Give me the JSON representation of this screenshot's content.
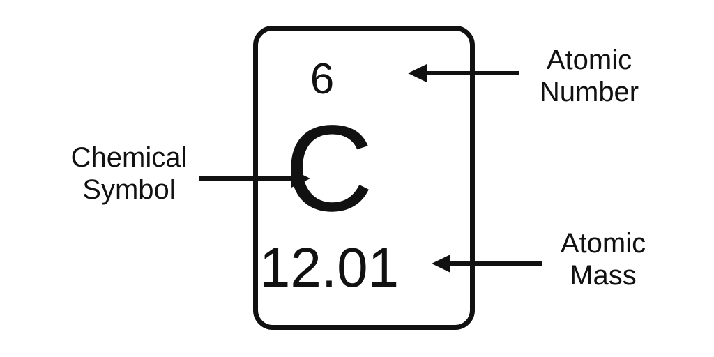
{
  "element": {
    "atomic_number": "6",
    "symbol": "C",
    "atomic_mass": "12.01"
  },
  "labels": {
    "atomic_number": [
      "Atomic",
      "Number"
    ],
    "chemical_symbol": [
      "Chemical",
      "Symbol"
    ],
    "atomic_mass": [
      "Atomic",
      "Mass"
    ]
  },
  "colors": {
    "ink": "#111111",
    "background": "#ffffff"
  }
}
